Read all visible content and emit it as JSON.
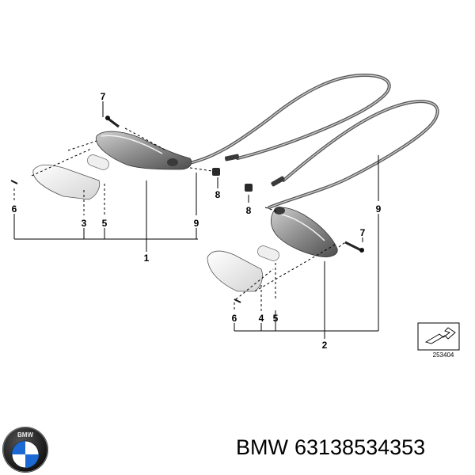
{
  "callouts": {
    "c7_top": "7",
    "c6_left": "6",
    "c3": "3",
    "c5_left": "5",
    "c9_left": "9",
    "c1": "1",
    "c8_top": "8",
    "c8_mid": "8",
    "c9_right": "9",
    "c7_right": "7",
    "c6_right": "6",
    "c4": "4",
    "c5_right": "5",
    "c2": "2"
  },
  "diagram_number": "253404",
  "brand": {
    "name": "BMW",
    "part_number": "63138534353",
    "logo_text": "BMW"
  },
  "colors": {
    "housing": "#8c8c8c",
    "housing_dark": "#4d4d4d",
    "cable": "#6a6a6a",
    "lens": "#e6e6e6",
    "bulb": "#efefef",
    "logo_blue": "#1c69d4",
    "logo_ring": "#111111"
  }
}
